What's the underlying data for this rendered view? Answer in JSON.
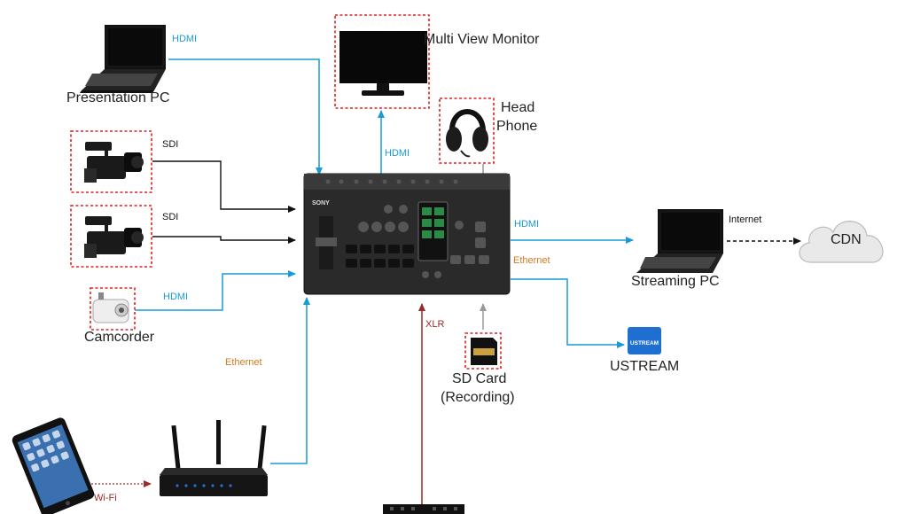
{
  "devices": {
    "presentation_pc": "Presentation PC",
    "multi_view_monitor": "Multi View Monitor",
    "headphone_line1": "Head",
    "headphone_line2": "Phone",
    "camcorder": "Camcorder",
    "streaming_pc": "Streaming PC",
    "cdn": "CDN",
    "ustream": "USTREAM",
    "ustream_logo": "USTREAM",
    "sd_card_line1": "SD Card",
    "sd_card_line2": "(Recording)",
    "switcher_brand": "SONY"
  },
  "connections": {
    "hdmi_presentation": "HDMI",
    "sdi_1": "SDI",
    "sdi_2": "SDI",
    "hdmi_camcorder": "HDMI",
    "hdmi_monitor": "HDMI",
    "hdmi_streaming": "HDMI",
    "internet": "Internet",
    "ethernet_right": "Ethernet",
    "ethernet_left": "Ethernet",
    "xlr": "XLR",
    "wifi": "Wi-Fi"
  },
  "colors": {
    "hdmi": "#1a9ad6",
    "sdi": "#111111",
    "ethernet": "#d07a1e",
    "xlr": "#9b2a2a",
    "sd": "#999999",
    "frame": "#e02020"
  }
}
